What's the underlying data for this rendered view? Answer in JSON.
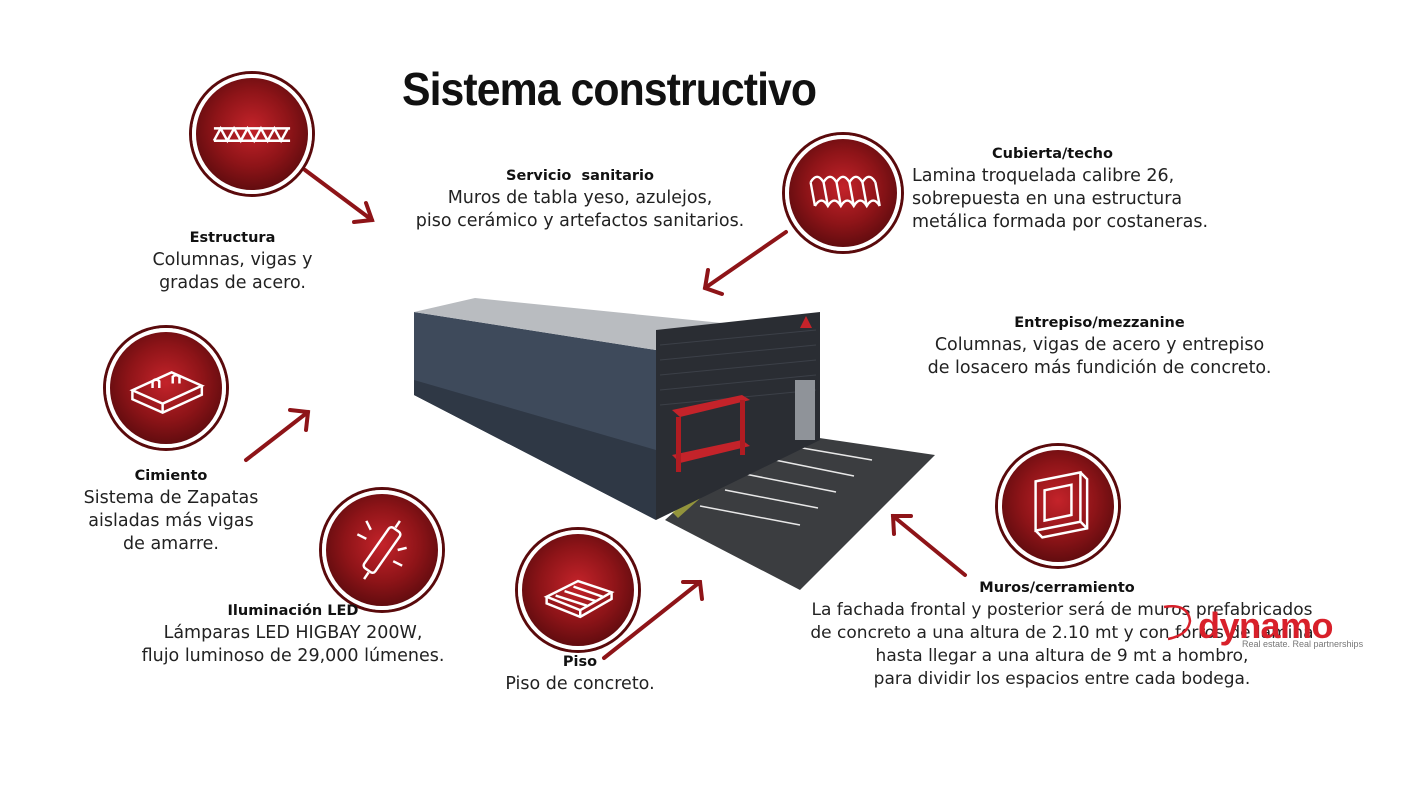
{
  "title": "Sistema constructivo",
  "items": {
    "estructura": {
      "heading": "Estructura",
      "text": "Columnas, vigas y\ngradas de acero."
    },
    "servicio": {
      "heading": "Servicio  sanitario",
      "text": "Muros de tabla yeso, azulejos,\npiso cerámico y artefactos sanitarios."
    },
    "cubierta": {
      "heading": "Cubierta/techo",
      "text": "Lamina troquelada calibre 26,\nsobrepuesta en una estructura\nmetálica formada por costaneras."
    },
    "entrepiso": {
      "heading": "Entrepiso/mezzanine",
      "text": "Columnas, vigas de acero y entrepiso\nde losacero más fundición de concreto."
    },
    "cimiento": {
      "heading": "Cimiento",
      "text": "Sistema de Zapatas\naisladas más vigas\nde amarre."
    },
    "iluminacion": {
      "heading": "Iluminación LED",
      "text": "Lámparas LED HIGBAY 200W,\nflujo luminoso de 29,000 lúmenes."
    },
    "piso": {
      "heading": "Piso",
      "text": "Piso de concreto."
    },
    "muros": {
      "heading": "Muros/cerramiento",
      "text": "La fachada frontal y posterior será de muros prefabricados\nde concreto a una altura de 2.10 mt y con forros de lamina\nhasta llegar a una altura de 9 mt a hombro,\npara dividir los espacios entre cada bodega."
    }
  },
  "icons": [
    "truss-icon",
    "corrugated-roof-icon",
    "foundation-icon",
    "led-tube-icon",
    "floor-icon",
    "wall-frame-icon"
  ],
  "logo": {
    "name": "dynamo",
    "tagline": "Real estate. Real partnerships"
  },
  "colors": {
    "accent": "#c4232a",
    "dark_red": "#5a0a0c",
    "building": "#3a4656",
    "asphalt": "#3b3d40"
  }
}
